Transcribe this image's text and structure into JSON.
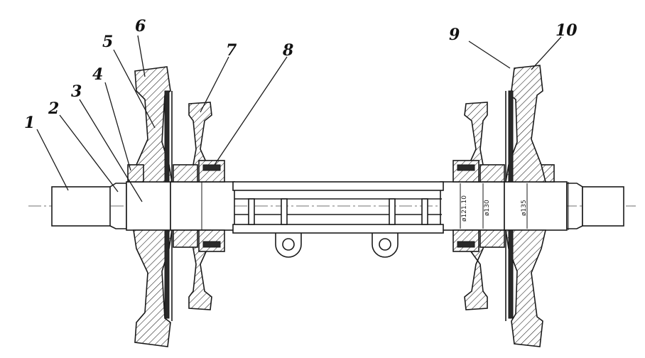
{
  "diagram": {
    "part_numbers": [
      {
        "id": "1",
        "text": "1"
      },
      {
        "id": "2",
        "text": "2"
      },
      {
        "id": "3",
        "text": "3"
      },
      {
        "id": "4",
        "text": "4"
      },
      {
        "id": "5",
        "text": "5"
      },
      {
        "id": "6",
        "text": "6"
      },
      {
        "id": "7",
        "text": "7"
      },
      {
        "id": "8",
        "text": "8"
      },
      {
        "id": "9",
        "text": "9"
      },
      {
        "id": "10",
        "text": "10"
      }
    ],
    "dimension_labels": [
      "ø121.10",
      "ø130",
      "ø135"
    ],
    "colors": {
      "line": "#1a1a1a",
      "background": "#ffffff",
      "hatch": "#1a1a1a"
    }
  }
}
